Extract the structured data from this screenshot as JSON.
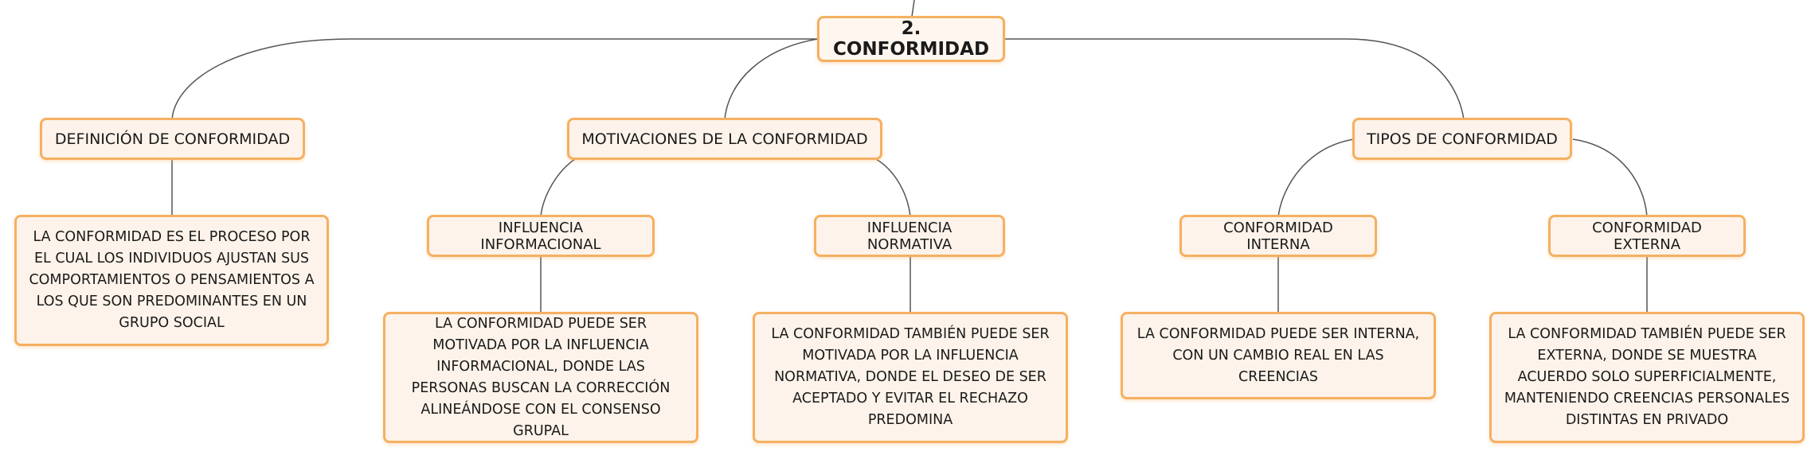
{
  "mindmap": {
    "root": {
      "label": "2. CONFORMIDAD"
    },
    "branches": [
      {
        "label": "DEFINICIÓN DE CONFORMIDAD",
        "description": "LA CONFORMIDAD ES EL PROCESO POR EL CUAL LOS INDIVIDUOS AJUSTAN SUS COMPORTAMIENTOS O PENSAMIENTOS A LOS QUE SON PREDOMINANTES EN UN GRUPO SOCIAL"
      },
      {
        "label": "MOTIVACIONES DE LA CONFORMIDAD",
        "children": [
          {
            "label": "INFLUENCIA INFORMACIONAL",
            "description": "LA CONFORMIDAD PUEDE SER MOTIVADA POR LA INFLUENCIA INFORMACIONAL, DONDE LAS PERSONAS BUSCAN LA CORRECCIÓN ALINEÁNDOSE CON EL CONSENSO GRUPAL"
          },
          {
            "label": "INFLUENCIA NORMATIVA",
            "description": "LA CONFORMIDAD TAMBIÉN PUEDE SER MOTIVADA POR LA INFLUENCIA NORMATIVA, DONDE EL DESEO DE SER ACEPTADO Y EVITAR EL RECHAZO PREDOMINA"
          }
        ]
      },
      {
        "label": "TIPOS DE CONFORMIDAD",
        "children": [
          {
            "label": "CONFORMIDAD INTERNA",
            "description": "LA CONFORMIDAD PUEDE SER INTERNA, CON UN CAMBIO REAL EN LAS CREENCIAS"
          },
          {
            "label": "CONFORMIDAD EXTERNA",
            "description": "LA CONFORMIDAD TAMBIÉN PUEDE SER EXTERNA, DONDE SE MUESTRA ACUERDO SOLO SUPERFICIALMENTE, MANTENIENDO CREENCIAS PERSONALES DISTINTAS EN PRIVADO"
          }
        ]
      }
    ],
    "colors": {
      "node_border": "#f5b062",
      "node_fill": "#fdf3ea",
      "connector": "#555555"
    }
  }
}
